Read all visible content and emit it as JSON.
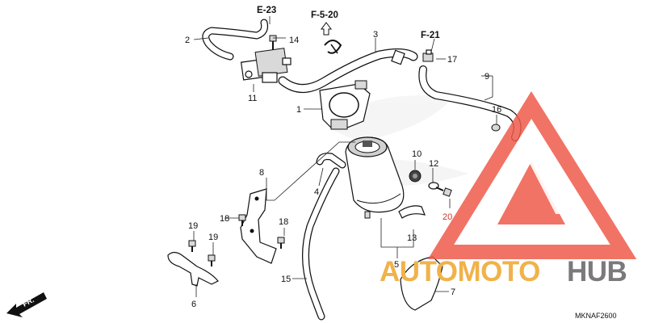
{
  "diagram": {
    "part_code": "MKNAF2600",
    "direction_label": "FR.",
    "references": [
      "E-23",
      "F-5-20",
      "F-21"
    ],
    "callouts": [
      {
        "id": "c1",
        "label": "1"
      },
      {
        "id": "c2",
        "label": "2"
      },
      {
        "id": "c3",
        "label": "3"
      },
      {
        "id": "c4",
        "label": "4"
      },
      {
        "id": "c5",
        "label": "5"
      },
      {
        "id": "c6",
        "label": "6"
      },
      {
        "id": "c7",
        "label": "7"
      },
      {
        "id": "c8",
        "label": "8"
      },
      {
        "id": "c9",
        "label": "9"
      },
      {
        "id": "c10",
        "label": "10"
      },
      {
        "id": "c11",
        "label": "11"
      },
      {
        "id": "c12",
        "label": "12"
      },
      {
        "id": "c13",
        "label": "13"
      },
      {
        "id": "c14",
        "label": "14"
      },
      {
        "id": "c15",
        "label": "15"
      },
      {
        "id": "c16",
        "label": "16"
      },
      {
        "id": "c17",
        "label": "17"
      },
      {
        "id": "c18a",
        "label": "18"
      },
      {
        "id": "c18b",
        "label": "18"
      },
      {
        "id": "c19a",
        "label": "19"
      },
      {
        "id": "c19b",
        "label": "19"
      },
      {
        "id": "c20",
        "label": "20"
      }
    ]
  },
  "watermark": {
    "text_part1": "AUTOMOTO",
    "text_part2": "HUB",
    "colors": {
      "red": "#ee5a4a",
      "orange": "#f0b24a",
      "gray": "#7a7a7a",
      "faint": "#ececec"
    }
  }
}
